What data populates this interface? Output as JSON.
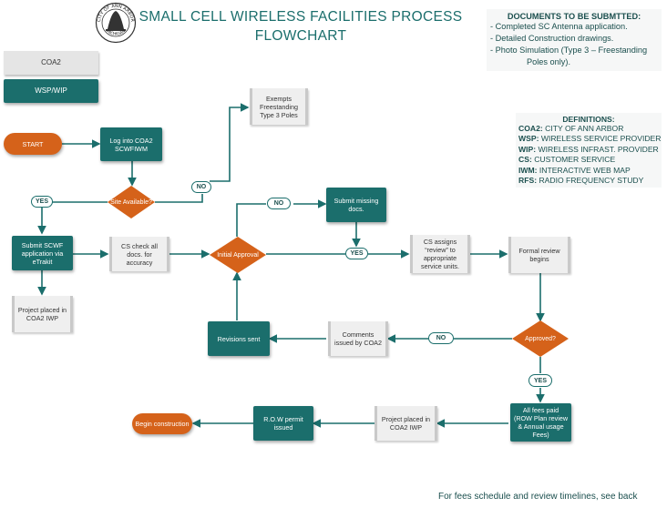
{
  "title_line1": "SMALL CELL WIRELESS FACILITIES PROCESS",
  "title_line2": "FLOWCHART",
  "seal": {
    "top": "CITY OF ANN ARBOR",
    "bottom": "MICHIGAN"
  },
  "legend": {
    "coa2": "COA2",
    "wsp": "WSP/WIP"
  },
  "documents": {
    "heading": "DOCUMENTS TO BE SUBMTTED:",
    "items": [
      "- Completed SC Antenna application.",
      "- Detailed Construction drawings.",
      "- Photo Simulation (Type 3 – Freestanding",
      "Poles only)."
    ]
  },
  "definitions": {
    "heading": "DEFINITIONS:",
    "items": [
      {
        "abbr": "COA2:",
        "text": "CITY OF ANN ARBOR"
      },
      {
        "abbr": "WSP:",
        "text": "WIRELESS SERVICE PROVIDER"
      },
      {
        "abbr": "WIP:",
        "text": "WIRELESS INFRAST. PROVIDER"
      },
      {
        "abbr": "CS:",
        "text": "CUSTOMER SERVICE"
      },
      {
        "abbr": "IWM:",
        "text": "INTERACTIVE WEB MAP"
      },
      {
        "abbr": "RFS:",
        "text": "RADIO FREQUENCY STUDY"
      }
    ]
  },
  "nodes": {
    "start": "START",
    "login": "Log into COA2 SCWFIWM",
    "exempts": "Exempts Freestanding Type 3 Poles",
    "site": "Site Available?",
    "submit_scwf": "Submit SCWF application via eTrakit",
    "cs_check": "CS check all docs. for accuracy",
    "initial": "Initial Approval",
    "submit_missing": "Submit missing docs.",
    "cs_assigns": "CS assigns “review” to appropriate service units.",
    "formal": "Formal review begins",
    "project_iwp1": "Project placed in COA2 IWP",
    "revisions": "Revisions sent",
    "comments": "Comments issued by COA2",
    "approved": "Approved?",
    "fees": "All fees paid (ROW Plan review & Annual usage Fees)",
    "project_iwp2": "Project placed in COA2 IWP",
    "row": "R.O.W permit issued",
    "begin": "Begin construction"
  },
  "labels": {
    "yes": "YES",
    "no": "NO"
  },
  "footer": "For fees schedule and review timelines, see back",
  "colors": {
    "teal": "#1b6e6c",
    "orange": "#d5621a",
    "gray": "#e5e5e5"
  }
}
